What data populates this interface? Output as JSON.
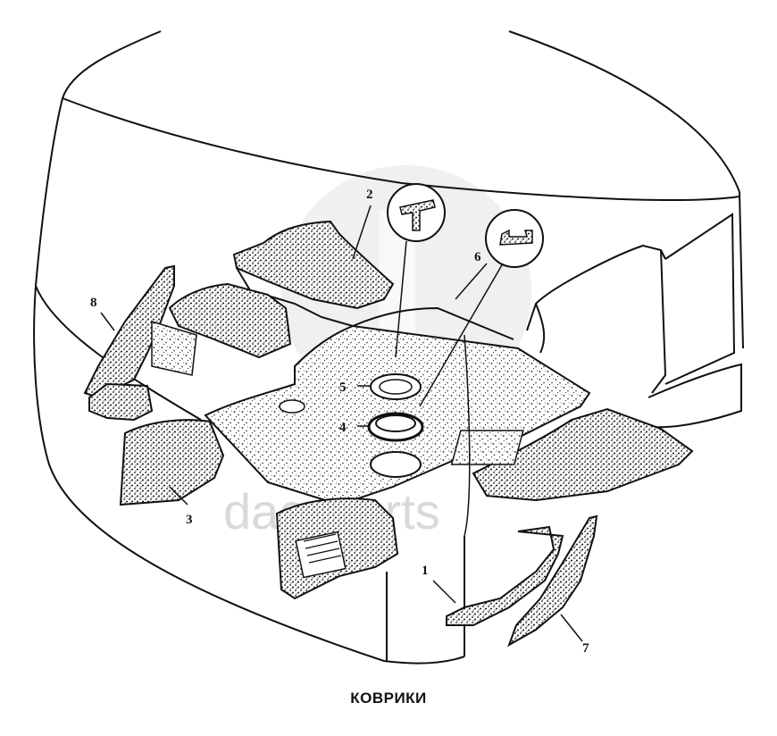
{
  "caption": "КОВРИКИ",
  "watermark": {
    "text": "dacsparts",
    "color": "#d9d9d9"
  },
  "callouts": {
    "c1": "1",
    "c2": "2",
    "c3": "3",
    "c4": "4",
    "c5": "5",
    "c6": "6",
    "c7": "7",
    "c8": "8"
  },
  "colors": {
    "line": "#111111",
    "fill": "#ffffff",
    "speckle": "#222222"
  }
}
